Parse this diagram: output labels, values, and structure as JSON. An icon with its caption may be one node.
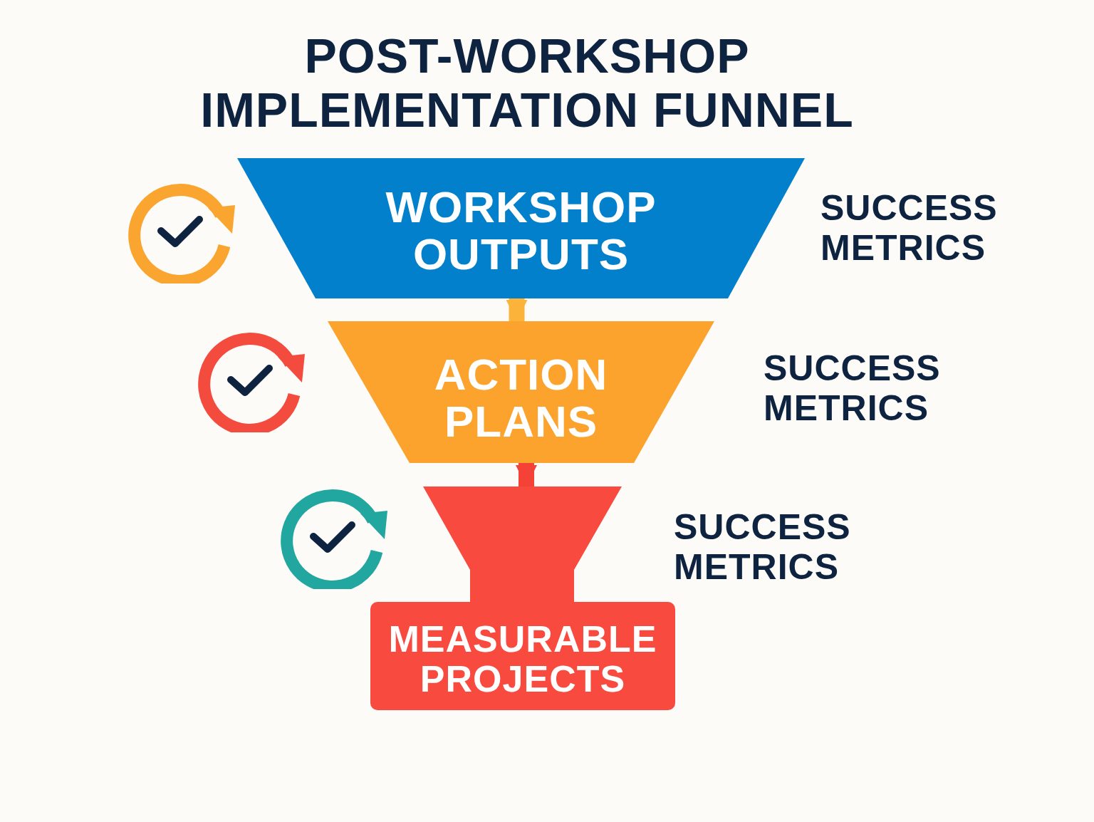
{
  "diagram": {
    "title": "POST-WORKSHOP IMPLEMENTATION FUNNEL",
    "nodes": [
      {
        "text": [
          "WORKSHOP OUTPUTS"
        ],
        "beside": [
          "SUCCESS METRICS"
        ]
      },
      {
        "text": [
          "ACTION PLANS"
        ],
        "beside": [
          "SUCCESS METRICS"
        ]
      },
      {
        "text": [
          "MEASURABLE PROJECTS"
        ],
        "beside": [
          "SUCCESS METRICS"
        ]
      }
    ],
    "edges": [
      {
        "from": 0,
        "to": 1,
        "arrow": "to",
        "color": "#fbb33a"
      },
      {
        "from": 1,
        "to": 2,
        "arrow": "to",
        "color": "#f44336"
      }
    ]
  }
}
